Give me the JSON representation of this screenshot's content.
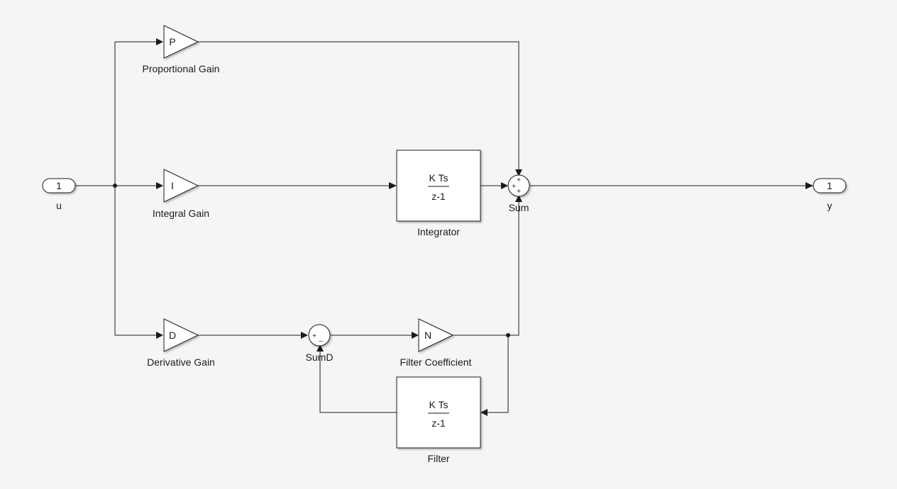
{
  "diagram": {
    "ports": {
      "in": {
        "number": "1",
        "label": "u"
      },
      "out": {
        "number": "1",
        "label": "y"
      }
    },
    "gains": {
      "proportional": {
        "symbol": "P",
        "label": "Proportional Gain"
      },
      "integral": {
        "symbol": "I",
        "label": "Integral Gain"
      },
      "derivative": {
        "symbol": "D",
        "label": "Derivative Gain"
      },
      "filter_coeff": {
        "symbol": "N",
        "label": "Filter Coefficient"
      }
    },
    "integrator": {
      "numerator": "K Ts",
      "denominator": "z-1",
      "label": "Integrator"
    },
    "filter": {
      "numerator": "K Ts",
      "denominator": "z-1",
      "label": "Filter"
    },
    "sum": {
      "label": "Sum",
      "signs": [
        "+",
        "+",
        "+"
      ]
    },
    "sumd": {
      "label": "SumD",
      "signs": [
        "+",
        "_"
      ]
    }
  }
}
